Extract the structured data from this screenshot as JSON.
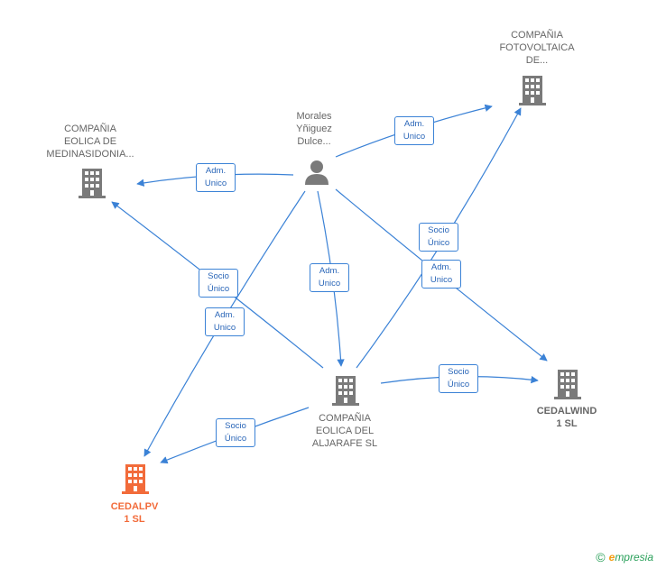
{
  "nodes": {
    "fotovoltaica": {
      "label": "COMPAÑIA\nFOTOVOLTAICA\nDE...",
      "type": "company"
    },
    "person": {
      "label": "Morales\nYñiguez\nDulce...",
      "type": "person"
    },
    "medinasidonia": {
      "label": "COMPAÑIA\nEOLICA DE\nMEDINASIDONIA...",
      "type": "company"
    },
    "aljarafe": {
      "label": "COMPAÑIA\nEOLICA DEL\nALJARAFE SL",
      "type": "company"
    },
    "cedalwind": {
      "label": "CEDALWIND\n1 SL",
      "type": "company"
    },
    "cedalpv": {
      "label": "CEDALPV\n1 SL",
      "type": "company-focus"
    }
  },
  "edges": {
    "person_fotovoltaica": "Adm.\nUnico",
    "person_medinasidonia": "Adm.\nUnico",
    "aljarafe_fotovoltaica": "Socio\nÚnico",
    "person_cedalwind": "Adm.\nUnico",
    "aljarafe_medinasidonia": "Socio\nÚnico",
    "person_aljarafe": "Adm.\nUnico",
    "person_cedalpv": "Adm.\nUnico",
    "aljarafe_cedalwind": "Socio\nÚnico",
    "aljarafe_cedalpv": "Socio\nÚnico"
  },
  "colors": {
    "edge": "#3b82d6",
    "company": "#7a7a7a",
    "focus": "#f26b3a"
  },
  "brand": {
    "copyright": "©",
    "name_initial": "e",
    "name_rest": "mpresia"
  }
}
